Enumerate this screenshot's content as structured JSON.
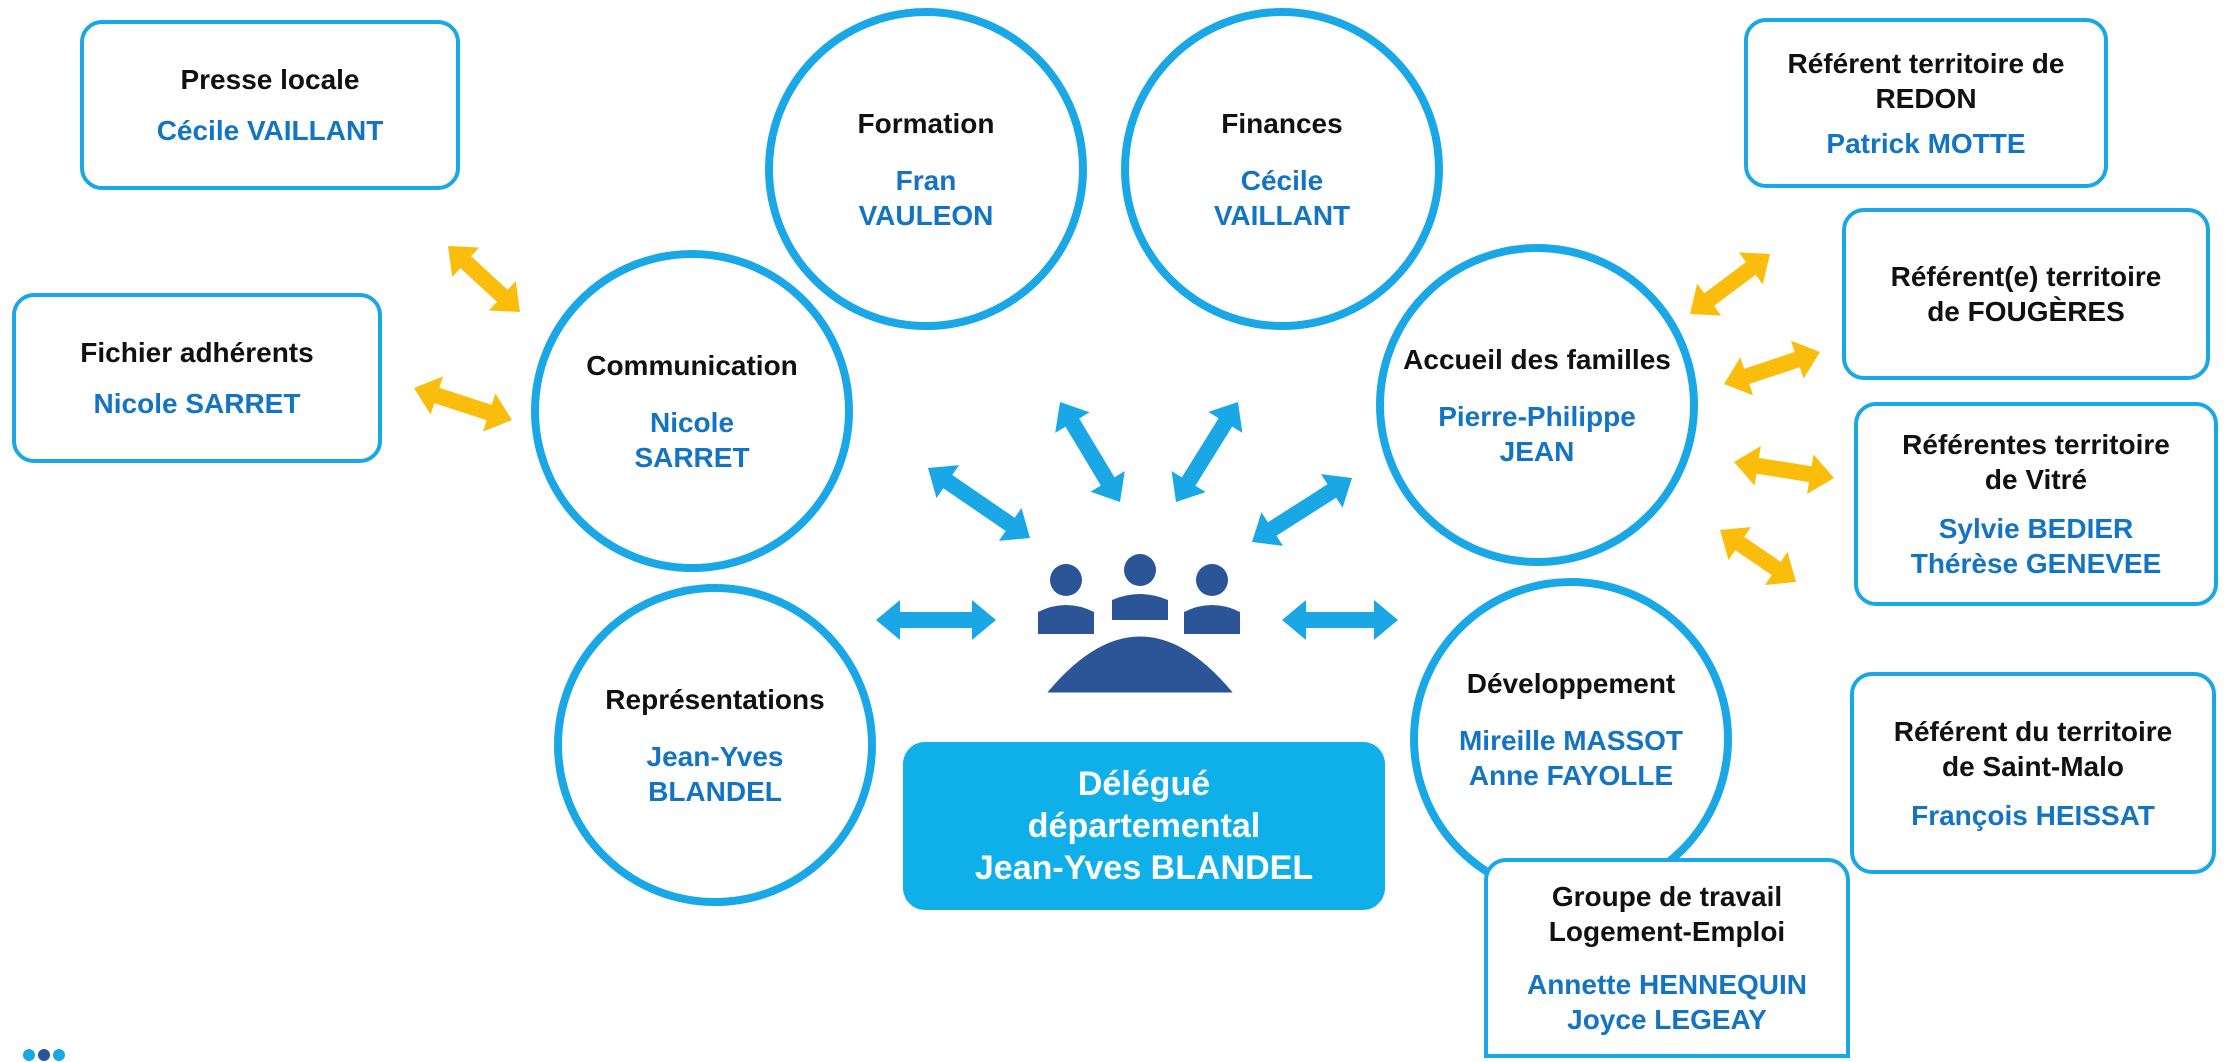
{
  "center": {
    "label": "Délégué\ndépartemental\nJean-Yves BLANDEL",
    "icon": "group-meeting-icon"
  },
  "nodes": {
    "formation": {
      "title": "Formation",
      "name": "Fran\nVAULEON"
    },
    "finances": {
      "title": "Finances",
      "name": "Cécile\nVAILLANT"
    },
    "communication": {
      "title": "Communication",
      "name": "Nicole\nSARRET"
    },
    "accueil": {
      "title": "Accueil des familles",
      "name": "Pierre-Philippe\nJEAN"
    },
    "representations": {
      "title": "Représentations",
      "name": "Jean-Yves\nBLANDEL"
    },
    "developpement": {
      "title": "Développement",
      "name": "Mireille MASSOT\nAnne FAYOLLE"
    },
    "presse": {
      "title": "Presse locale",
      "name": "Cécile VAILLANT"
    },
    "fichier": {
      "title": "Fichier adhérents",
      "name": "Nicole SARRET"
    },
    "redon": {
      "title": "Référent territoire de\nREDON",
      "name": "Patrick MOTTE"
    },
    "fougeres": {
      "title": "Référent(e) territoire\nde FOUGÈRES",
      "name": ""
    },
    "vitre": {
      "title": "Référentes territoire\nde Vitré",
      "name": "Sylvie BEDIER\nThérèse GENEVEE"
    },
    "saintmalo": {
      "title": "Référent du territoire\nde Saint-Malo",
      "name": "François HEISSAT"
    },
    "groupe": {
      "title": "Groupe de travail\nLogement-Emploi",
      "name": "Annette HENNEQUIN\nJoyce LEGEAY"
    }
  },
  "colors": {
    "primary_blue": "#1aa7e6",
    "arrow_blue": "#1aa7e6",
    "arrow_yellow": "#fbbd0c",
    "name_blue": "#1474c4",
    "icon_navy": "#2c5597",
    "central_box": "#0fb0ea"
  }
}
